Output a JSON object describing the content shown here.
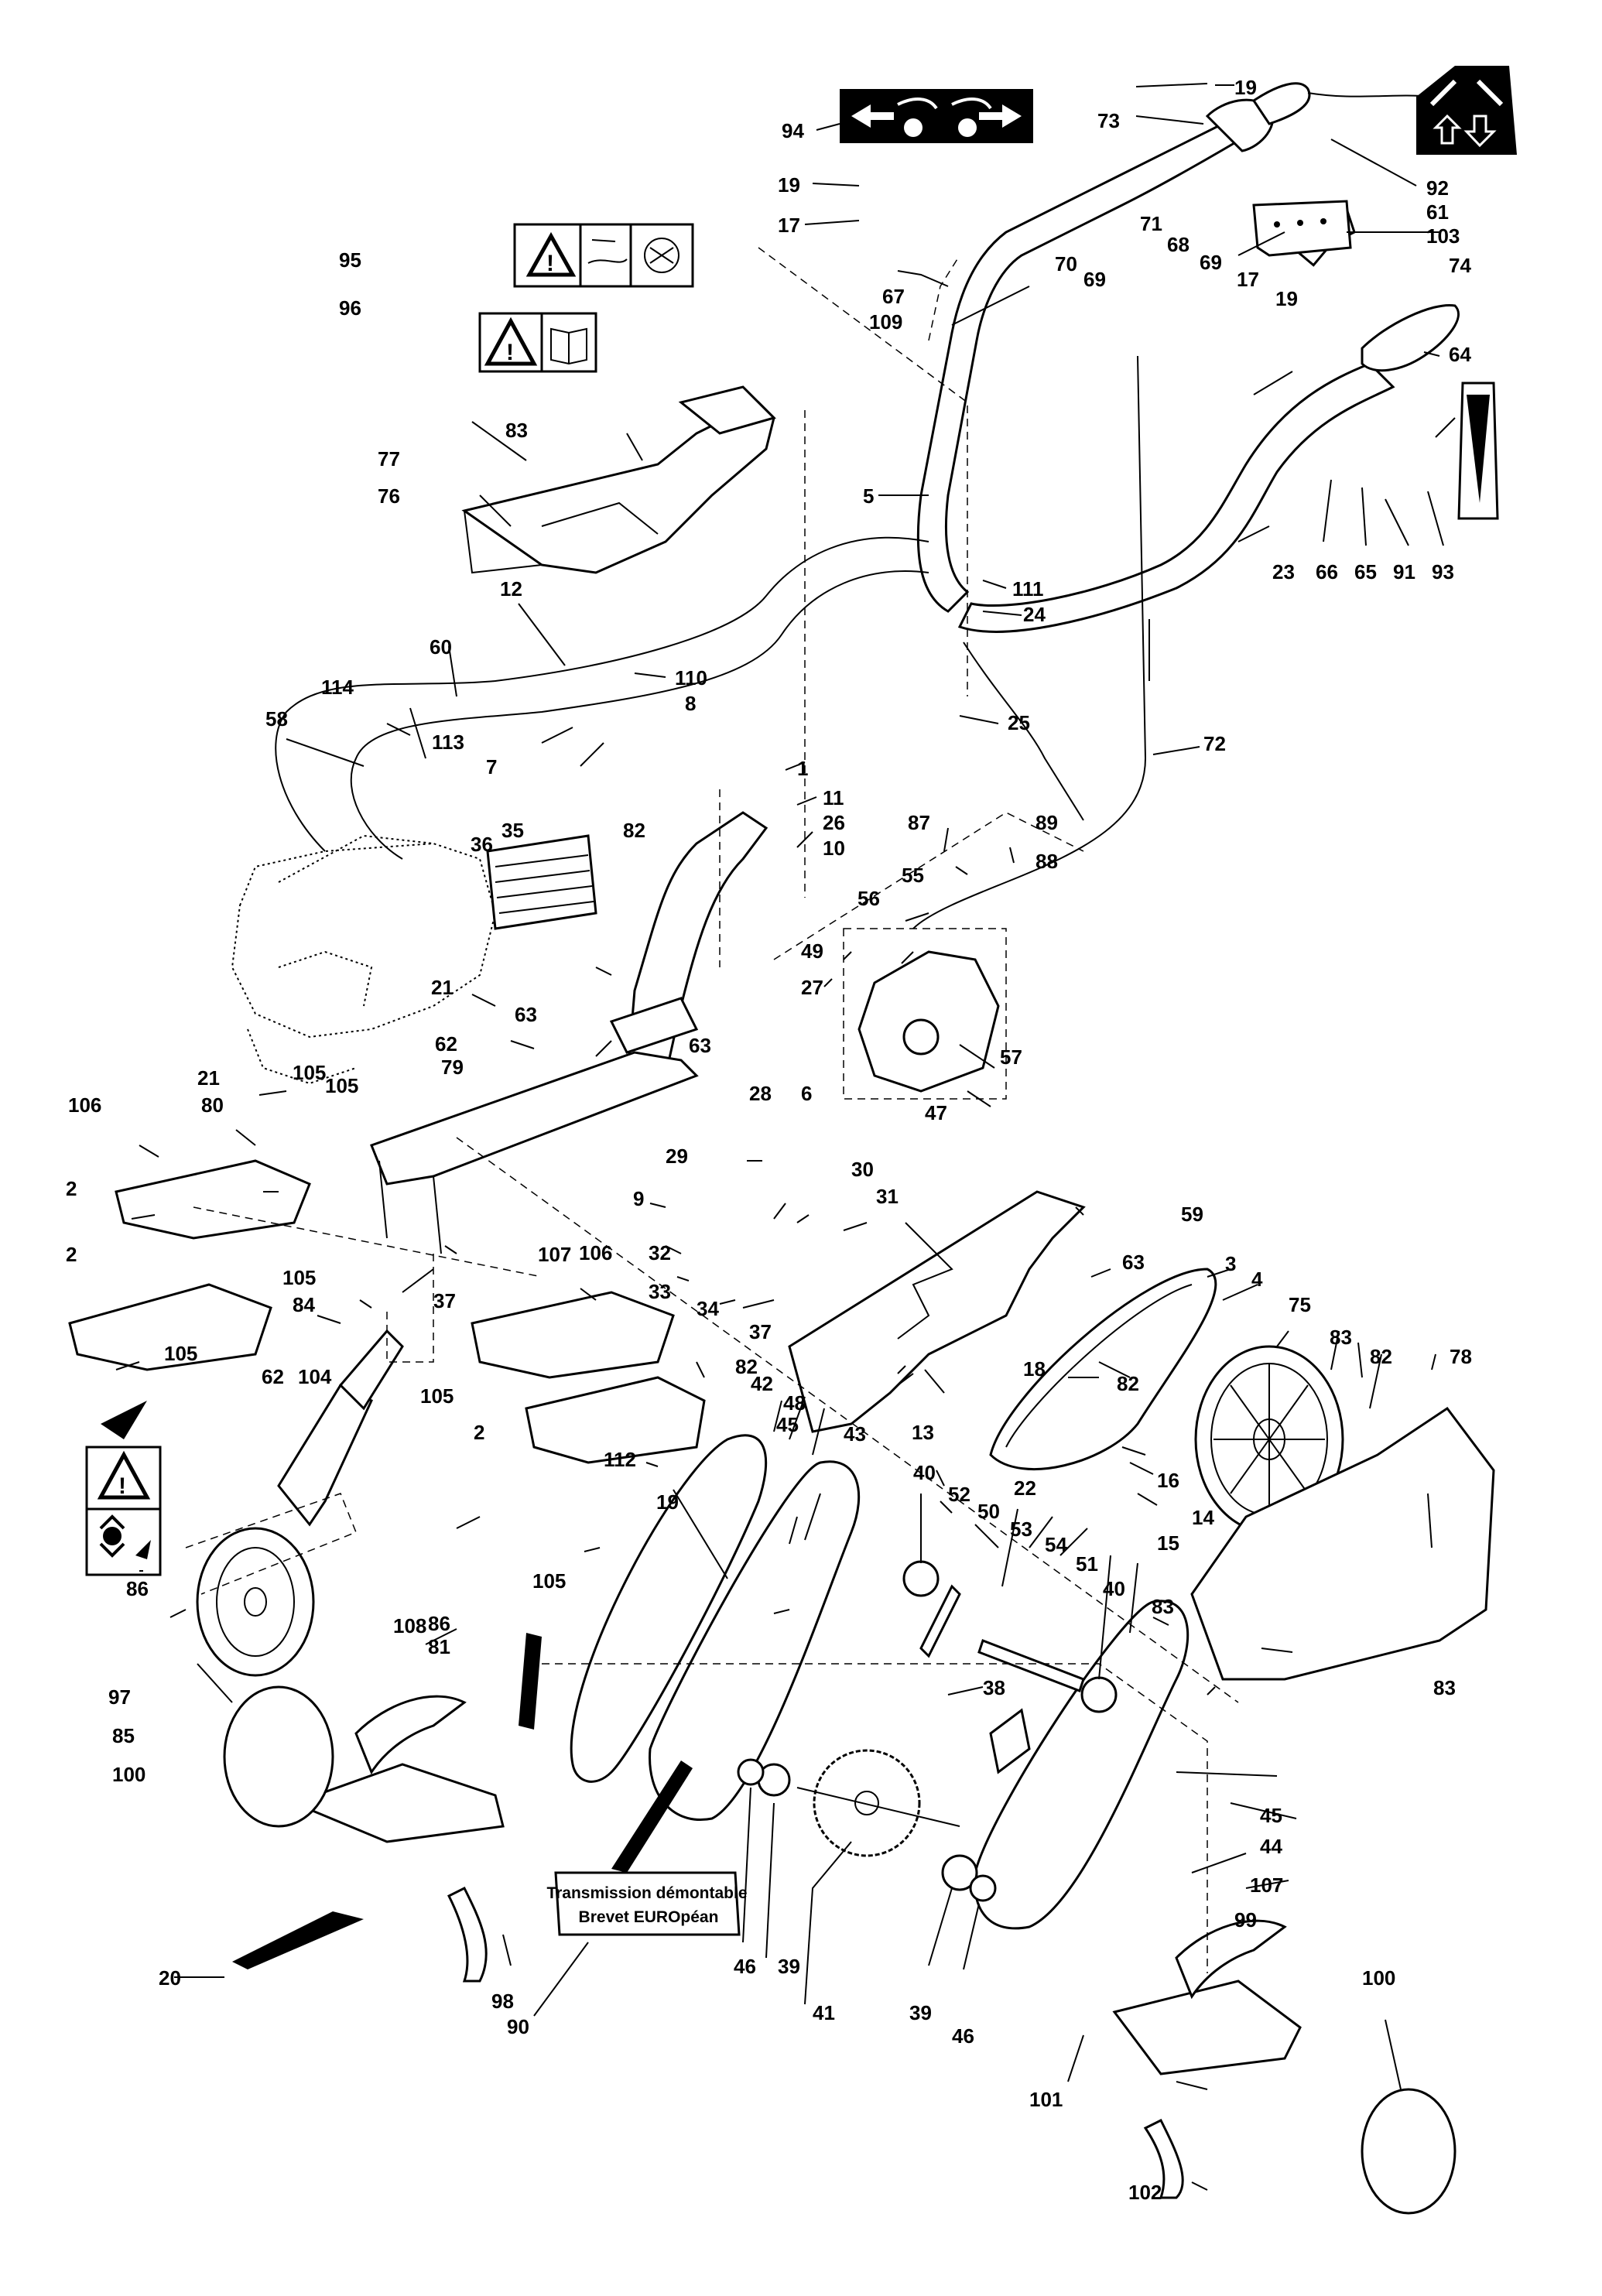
{
  "labels": {
    "l1": "1",
    "l2a": "2",
    "l2b": "2",
    "l2c": "2",
    "l3": "3",
    "l4": "4",
    "l5": "5",
    "l6": "6",
    "l7": "7",
    "l8": "8",
    "l9": "9",
    "l10": "10",
    "l11": "11",
    "l12": "12",
    "l13": "13",
    "l14": "14",
    "l15": "15",
    "l16": "16",
    "l17a": "17",
    "l17b": "17",
    "l18": "18",
    "l19a": "19",
    "l19b": "19",
    "l19c": "19",
    "l19d": "19",
    "l20": "20",
    "l21a": "21",
    "l21b": "21",
    "l22": "22",
    "l23": "23",
    "l24": "24",
    "l25": "25",
    "l26": "26",
    "l27": "27",
    "l28": "28",
    "l29": "29",
    "l30": "30",
    "l31": "31",
    "l32": "32",
    "l33": "33",
    "l34": "34",
    "l35": "35",
    "l36": "36",
    "l37a": "37",
    "l37b": "37",
    "l38": "38",
    "l39a": "39",
    "l39b": "39",
    "l40a": "40",
    "l40b": "40",
    "l41": "41",
    "l42": "42",
    "l43": "43",
    "l44": "44",
    "l45a": "45",
    "l45b": "45",
    "l46a": "46",
    "l46b": "46",
    "l47": "47",
    "l48": "48",
    "l49": "49",
    "l50": "50",
    "l51": "51",
    "l52": "52",
    "l53": "53",
    "l54": "54",
    "l55": "55",
    "l56": "56",
    "l57": "57",
    "l58": "58",
    "l59": "59",
    "l60": "60",
    "l61": "61",
    "l62a": "62",
    "l62b": "62",
    "l63a": "63",
    "l63b": "63",
    "l63c": "63",
    "l64": "64",
    "l65": "65",
    "l66": "66",
    "l67": "67",
    "l68": "68",
    "l69a": "69",
    "l69b": "69",
    "l70": "70",
    "l71": "71",
    "l72": "72",
    "l73": "73",
    "l74": "74",
    "l75": "75",
    "l76": "76",
    "l77": "77",
    "l78": "78",
    "l79": "79",
    "l80": "80",
    "l81": "81",
    "l82a": "82",
    "l82b": "82",
    "l82c": "82",
    "l82d": "82",
    "l83a": "83",
    "l83b": "83",
    "l83c": "83",
    "l83d": "83",
    "l84": "84",
    "l85": "85",
    "l86": "86",
    "l87": "87",
    "l88": "88",
    "l89": "89",
    "l90": "90",
    "l91": "91",
    "l92": "92",
    "l93": "93",
    "l94": "94",
    "l95": "95",
    "l96": "96",
    "l97": "97",
    "l98": "98",
    "l99": "99",
    "l100a": "100",
    "l100b": "100",
    "l101": "101",
    "l102": "102",
    "l103": "103",
    "l104": "104",
    "l105a": "105",
    "l105b": "105",
    "l105c": "105",
    "l105d": "105",
    "l105e": "105",
    "l105f": "105",
    "l106a": "106",
    "l106b": "106",
    "l107a": "107",
    "l107b": "107",
    "l108": "108",
    "l109": "109",
    "l110": "110",
    "l111": "111",
    "l112": "112",
    "l113": "113",
    "l114": "114"
  },
  "sticker": {
    "line1": "Transmission démontable",
    "line2": "Brevet EUROpéan"
  },
  "icons": [
    "warning-triangle-icon",
    "direction-arrows-icon",
    "blade-rotation-icon",
    "throttle-lever-icon",
    "book-icon"
  ]
}
